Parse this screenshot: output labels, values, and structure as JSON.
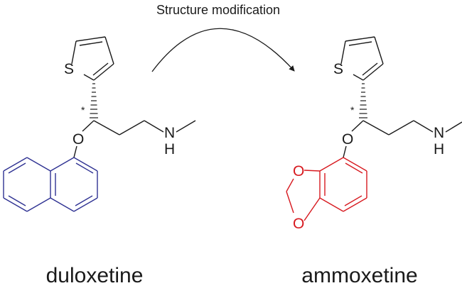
{
  "arrow_label": "Structure modification",
  "left_molecule": {
    "name": "duloxetine",
    "atoms": {
      "sulfur": "S",
      "oxygen": "O",
      "nitrogen": "N",
      "hydrogen": "H",
      "stereocenter": "*"
    },
    "highlight_color": "#2e3192"
  },
  "right_molecule": {
    "name": "ammoxetine",
    "atoms": {
      "sulfur": "S",
      "oxygen": "O",
      "nitrogen": "N",
      "hydrogen": "H",
      "stereocenter": "*",
      "dioxole_oxygen_1": "O",
      "dioxole_oxygen_2": "O"
    },
    "highlight_color": "#d7191f"
  },
  "colors": {
    "bond": "#1a1a1a",
    "text": "#1a1a1a"
  }
}
